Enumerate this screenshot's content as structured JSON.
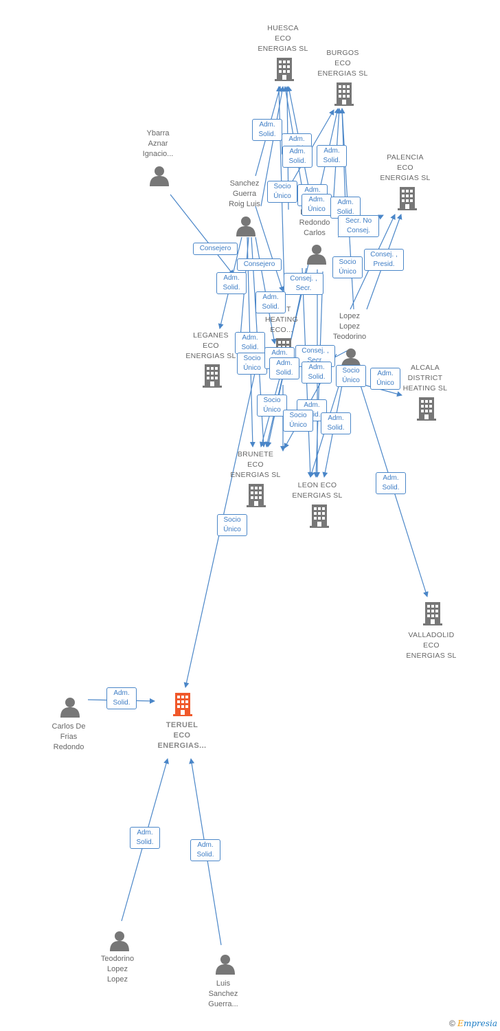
{
  "colors": {
    "edge": "#4a86c8",
    "node": "#777777",
    "focus": "#f0582a",
    "label_text": "#666666"
  },
  "nodes": {
    "huesca": {
      "label": "HUESCA\nECO\nENERGIAS SL",
      "icon": "building-icon"
    },
    "burgos": {
      "label": "BURGOS\nECO\nENERGIAS SL",
      "icon": "building-icon"
    },
    "palencia": {
      "label": "PALENCIA\nECO\nENERGIAS SL",
      "icon": "building-icon"
    },
    "leganes": {
      "label": "LEGANES\nECO\nENERGIAS SL",
      "icon": "building-icon"
    },
    "district": {
      "label": "...ICT\nHEATING\nECO...",
      "icon": "building-icon"
    },
    "alcala": {
      "label": "ALCALA\nDISTRICT\nHEATING SL",
      "icon": "building-icon"
    },
    "brunete": {
      "label": "BRUNETE\nECO\nENERGIAS SL",
      "icon": "building-icon"
    },
    "leon": {
      "label": "LEON ECO\nENERGIAS SL",
      "icon": "building-icon"
    },
    "valladolid": {
      "label": "VALLADOLID\nECO\nENERGIAS SL",
      "icon": "building-icon"
    },
    "teruel": {
      "label": "TERUEL\nECO\nENERGIAS...",
      "icon": "building-icon-highlighted"
    },
    "ybarra": {
      "label": "Ybarra\nAznar\nIgnacio...",
      "icon": "person-icon"
    },
    "sanchez": {
      "label": "Sanchez\nGuerra\nRoig Luis",
      "icon": "person-icon"
    },
    "redondo": {
      "label": "De Frias\nRedondo\nCarlos",
      "icon": "person-icon"
    },
    "lopez": {
      "label": "Lopez\nLopez\nTeodorino",
      "icon": "person-icon"
    },
    "carlos": {
      "label": "Carlos De\nFrias\nRedondo",
      "icon": "person-icon"
    },
    "teodorino": {
      "label": "Teodorino\nLopez\nLopez",
      "icon": "person-icon"
    },
    "luis": {
      "label": "Luis\nSanchez\nGuerra...",
      "icon": "person-icon"
    }
  },
  "relations": [
    "Adm.\nSolid.",
    "Adm.\nSolid.",
    "Adm.\nSolid.",
    "Adm.\nSolid.",
    "Socio\nÚnico",
    "Adm.\nSolid.",
    "Adm.\nÚnico",
    "Adm.\nSolid.",
    "Secr. No\nConsej.",
    "Consejero",
    "Consejero",
    "Socio\nÚnico",
    "Consej. ,\nPresid.",
    "Adm.\nSolid.",
    "Consej. ,\nSecr.",
    "Adm.\nSolid.",
    "Adm.\nSolid.",
    "Socio\nÚnico",
    "Consej. ,\nSecr.",
    "Adm.\nSolid.",
    "Adm.\nSolid.",
    "Adm.\nSolid.",
    "Socio\nÚnico",
    "Adm.\nÚnico",
    "Socio\nÚnico",
    "Adm.\nSolid.",
    "Socio\nÚnico",
    "Adm.\nSolid.",
    "Adm.\nSolid.",
    "Socio\nÚnico",
    "Adm.\nSolid.",
    "Adm.\nSolid.",
    "Adm.\nSolid."
  ],
  "watermark": {
    "copyright": "©",
    "brand_e": "E",
    "brand_rest": "mpresia"
  }
}
